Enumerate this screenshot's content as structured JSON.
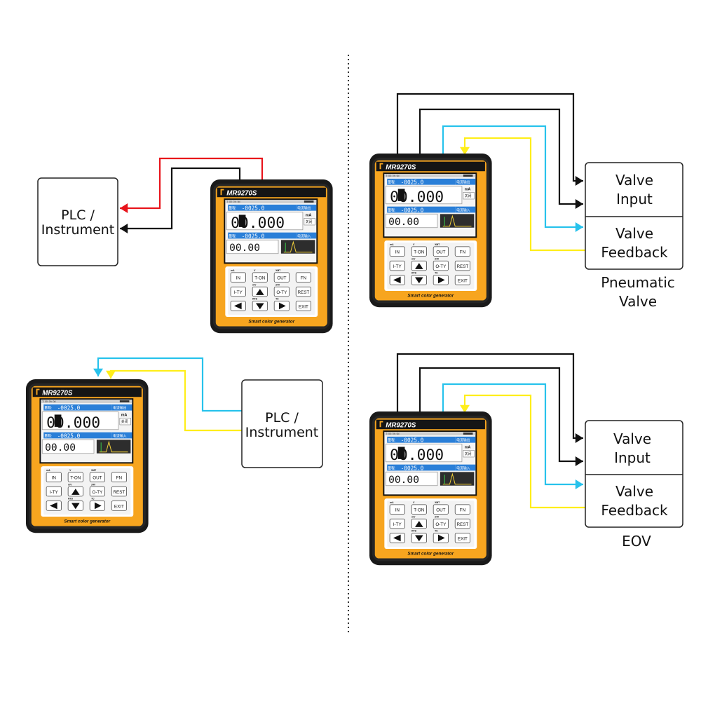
{
  "colors": {
    "red": "#e8141b",
    "black": "#111111",
    "cyan": "#27c2ec",
    "yellow": "#ffee1a",
    "device_body": "#1c1c1c",
    "device_orange": "#f7a51f",
    "screen_blue": "#2a7fd8"
  },
  "device": {
    "model": "MR9270S",
    "range_label": "量程:",
    "range_value": "-0025.0",
    "output_tag": "电流输出",
    "input_tag": "电流输入",
    "unit": "mA",
    "off_tag": "关闭",
    "main_value": "00.000",
    "second_value": "00.00",
    "status_bar": "T: 00: 0h: 0d",
    "footer": "Smart color generator",
    "keys": {
      "in": "IN",
      "ton": "T-ON",
      "out": "OUT",
      "fn": "FN",
      "ity": "I-TY",
      "oty": "O-TY",
      "rest": "REST",
      "exit": "EXIT"
    },
    "key_labels": {
      "ma": "mA",
      "v": "V",
      "xmt": "XMT",
      "mv": "mV",
      "24v": "24V",
      "rtd": "RTD",
      "tc": "TC"
    }
  },
  "labels": {
    "plc_instrument_line1": "PLC /",
    "plc_instrument_line2": "Instrument",
    "valve_input_line1": "Valve",
    "valve_input_line2": "Input",
    "valve_feedback_line1": "Valve",
    "valve_feedback_line2": "Feedback",
    "pneumatic_line1": "Pneumatic",
    "pneumatic_line2": "Valve",
    "eov": "EOV"
  }
}
